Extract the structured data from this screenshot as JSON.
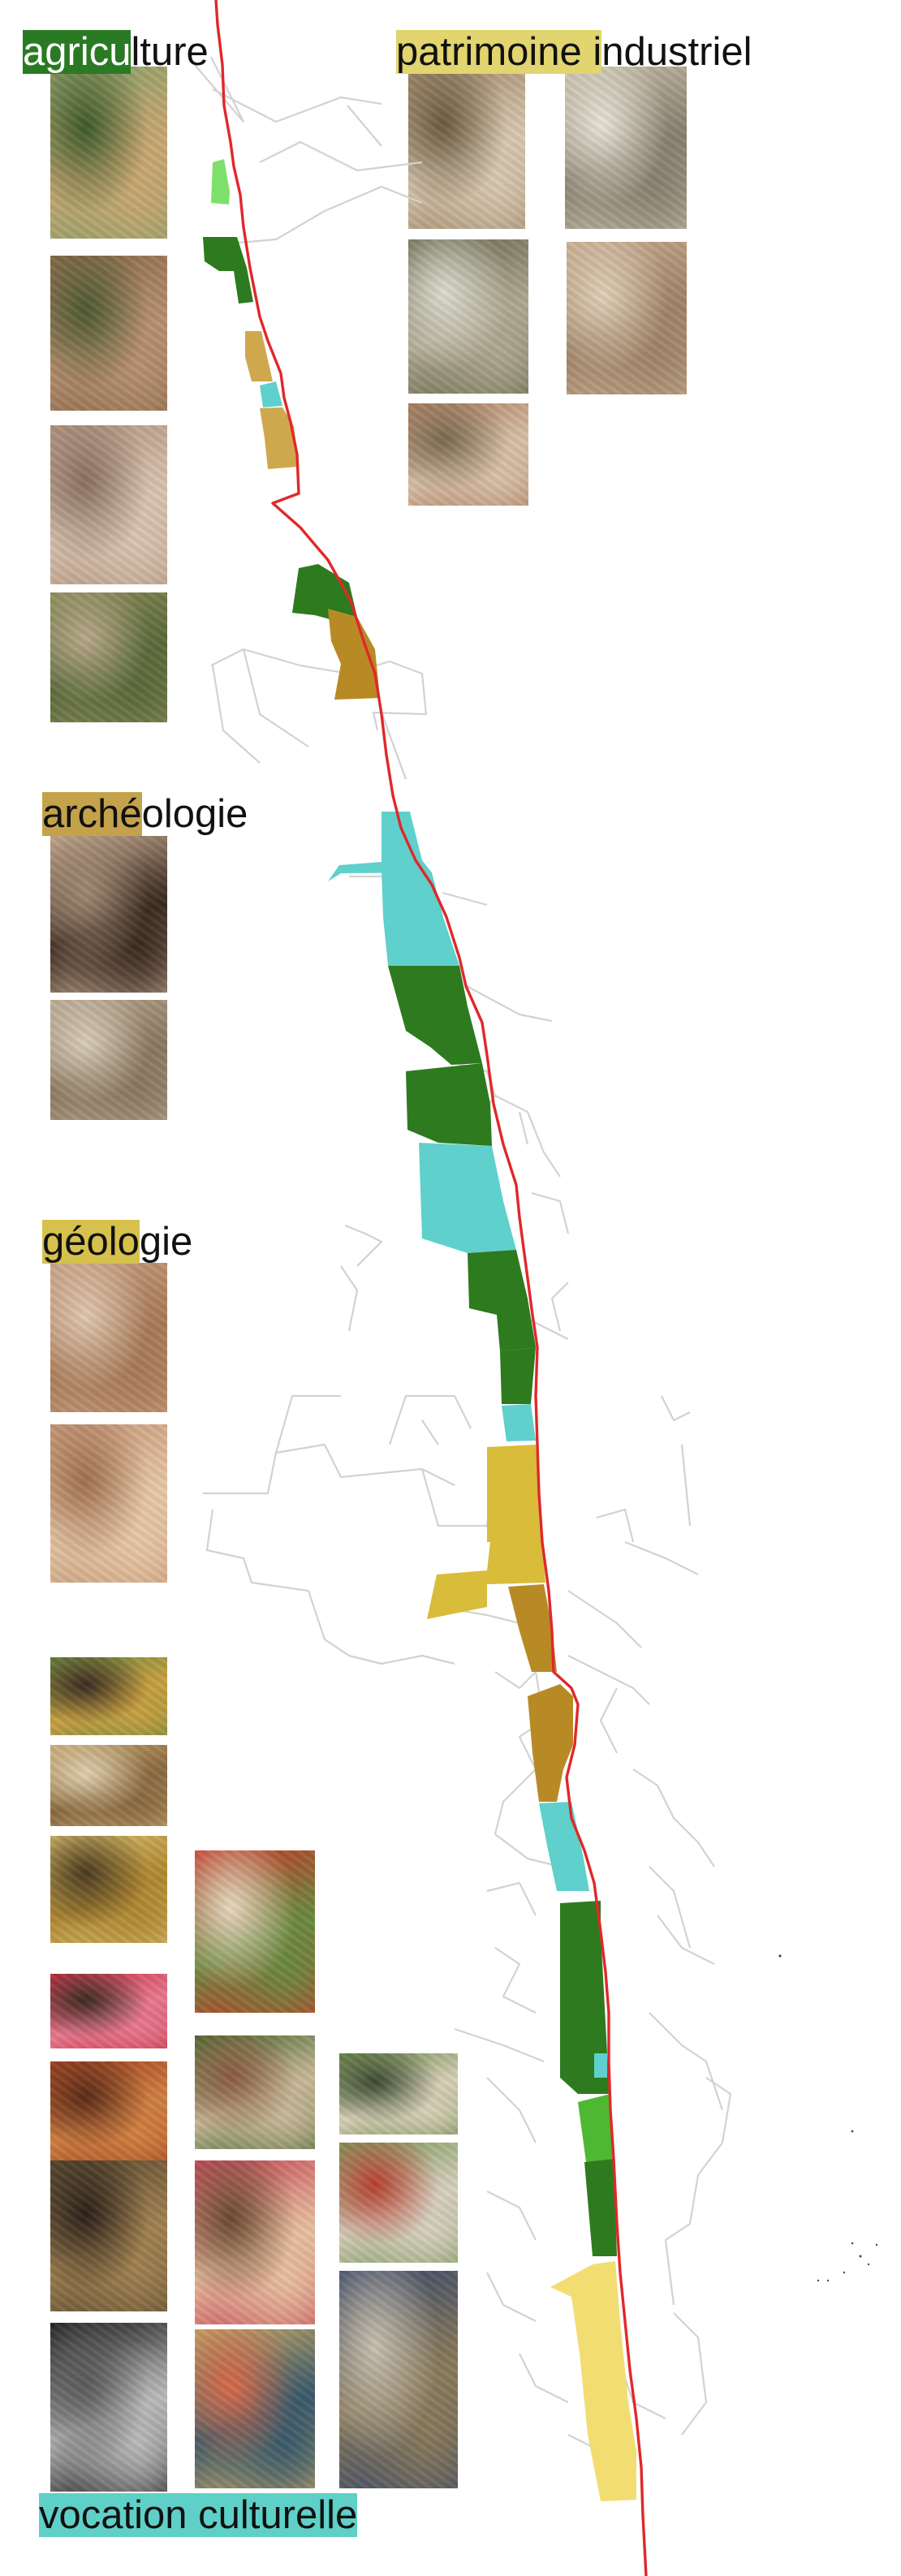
{
  "headings": {
    "agriculture": {
      "highlighted": "agricu",
      "rest": "lture",
      "highlight_color": "#2a7a24"
    },
    "patrimoine": {
      "highlighted": "patrimoine i",
      "rest": "ndustriel",
      "highlight_color": "#e2d46e"
    },
    "archeologie": {
      "highlighted": "arché",
      "rest": "ologie",
      "highlight_color": "#c4a24a"
    },
    "geologie": {
      "highlighted": "géolo",
      "rest": "gie",
      "highlight_color": "#d6c14c"
    },
    "vocation": {
      "highlighted": "vocation culturelle",
      "rest": "",
      "highlight_color": "#5fd0c8"
    }
  },
  "legend_colors": {
    "agriculture_dark": "#2d7a1f",
    "agriculture_light": "#4fb833",
    "agriculture_pale": "#7ee06a",
    "industrial": "#d8bc3a",
    "industrial_pale": "#f2dd72",
    "archaeology": "#b88a26",
    "geology": "#cfa84e",
    "cultural": "#5fd0cc",
    "route": "#e0282a",
    "streets": "#d2d2d2"
  },
  "photos": [
    {
      "name": "agriculture-photo-1",
      "palette": [
        "#8aa06a",
        "#c9a872",
        "#3f5a2a"
      ]
    },
    {
      "name": "agriculture-photo-2",
      "palette": [
        "#8a6a4a",
        "#b79070",
        "#4d5a30"
      ]
    },
    {
      "name": "agriculture-photo-3",
      "palette": [
        "#b49682",
        "#d9c4b0",
        "#8a7060"
      ]
    },
    {
      "name": "agriculture-photo-4",
      "palette": [
        "#8a8a5a",
        "#5a6a3a",
        "#b8a888"
      ]
    },
    {
      "name": "industrial-photo-1",
      "palette": [
        "#a08868",
        "#d8c8b0",
        "#6a5a40"
      ]
    },
    {
      "name": "industrial-photo-2",
      "palette": [
        "#c8c0a8",
        "#8a8070",
        "#e8e4d8"
      ]
    },
    {
      "name": "industrial-photo-3",
      "palette": [
        "#6a6a50",
        "#b0a890",
        "#dcdcd0"
      ]
    },
    {
      "name": "industrial-photo-4",
      "palette": [
        "#c8ac90",
        "#a08468",
        "#e0d0b8"
      ]
    },
    {
      "name": "industrial-photo-5",
      "palette": [
        "#b08060",
        "#d8c0a8",
        "#7a6a50"
      ]
    },
    {
      "name": "archaeology-photo-1",
      "palette": [
        "#c8ac92",
        "#3a2a20",
        "#a08872"
      ]
    },
    {
      "name": "archaeology-photo-2",
      "palette": [
        "#b8a890",
        "#8a7860",
        "#d8ccb8"
      ]
    },
    {
      "name": "geology-photo-1",
      "palette": [
        "#c8a080",
        "#a87a58",
        "#e0c8b0"
      ]
    },
    {
      "name": "geology-photo-2",
      "palette": [
        "#c89a7a",
        "#e8c8a8",
        "#a07050"
      ]
    },
    {
      "name": "culture-photo-1",
      "palette": [
        "#6a8a40",
        "#c8a040",
        "#3a2a20"
      ]
    },
    {
      "name": "culture-photo-2",
      "palette": [
        "#c8a870",
        "#8a6a40",
        "#e0d0b0"
      ]
    },
    {
      "name": "culture-photo-3",
      "palette": [
        "#d8c070",
        "#b08830",
        "#4a3a20"
      ]
    },
    {
      "name": "culture-photo-4",
      "palette": [
        "#c83040",
        "#e87890",
        "#3a2a20"
      ]
    },
    {
      "name": "culture-photo-5",
      "palette": [
        "#a04020",
        "#d08040",
        "#5a2a18"
      ]
    },
    {
      "name": "culture-photo-6",
      "palette": [
        "#5a4a30",
        "#a08050",
        "#2a2018"
      ]
    },
    {
      "name": "culture-photo-7",
      "palette": [
        "#1a1a1a",
        "#bababa",
        "#5a5a5a"
      ]
    },
    {
      "name": "culture-photo-8",
      "palette": [
        "#c83828",
        "#6a8a40",
        "#e8d8c0"
      ]
    },
    {
      "name": "culture-photo-9",
      "palette": [
        "#4a6a30",
        "#c8b898",
        "#8a5a40"
      ]
    },
    {
      "name": "culture-photo-10",
      "palette": [
        "#c84858",
        "#e8c0a0",
        "#6a4a30"
      ]
    },
    {
      "name": "culture-photo-11",
      "palette": [
        "#c8a868",
        "#3a5a6a",
        "#d86848"
      ]
    },
    {
      "name": "culture-photo-12",
      "palette": [
        "#6a8a48",
        "#d8d0b8",
        "#3a4a30"
      ]
    },
    {
      "name": "culture-photo-13",
      "palette": [
        "#7a9a58",
        "#d8d0c0",
        "#b84030"
      ]
    },
    {
      "name": "culture-photo-14",
      "palette": [
        "#3a4a6a",
        "#8a7a5a",
        "#c8c0b0"
      ]
    }
  ]
}
